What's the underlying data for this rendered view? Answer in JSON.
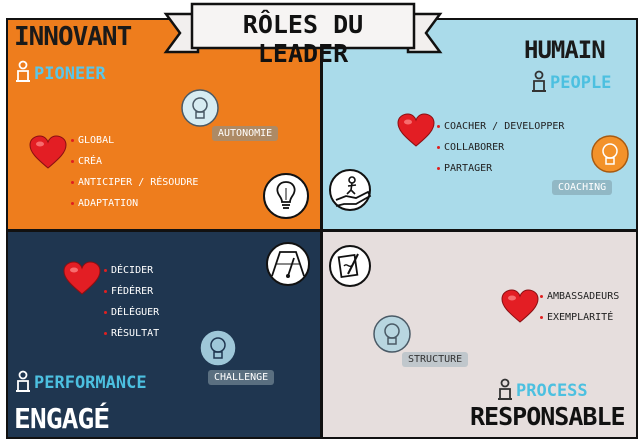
{
  "banner": {
    "title": "RÔLES DU LEADER"
  },
  "quadrants": {
    "innovant": {
      "title": "INNOVANT",
      "subtitle": "PIONEER",
      "skill": "AUTONOMIE",
      "items": [
        "GLOBAL",
        "CRÉA",
        "ANTICIPER / RÉSOUDRE",
        "ADAPTATION"
      ]
    },
    "humain": {
      "title": "HUMAIN",
      "subtitle": "PEOPLE",
      "skill": "COACHING",
      "items": [
        "COACHER / DEVELOPPER",
        "COLLABORER",
        "PARTAGER"
      ]
    },
    "engage": {
      "title": "ENGAGÉ",
      "subtitle": "PERFORMANCE",
      "skill": "CHALLENGE",
      "items": [
        "DÉCIDER",
        "FÉDÉRER",
        "DÉLÉGUER",
        "RÉSULTAT"
      ]
    },
    "responsable": {
      "title": "RESPONSABLE",
      "subtitle": "PROCESS",
      "skill": "STRUCTURE",
      "items": [
        "AMBASSADEURS",
        "EXEMPLARITÉ"
      ]
    }
  },
  "colors": {
    "innovant": "#ee7d1d",
    "humain": "#aadbea",
    "engage": "#1f3650",
    "responsable": "#e6dedd",
    "heart": "#e31e24",
    "accent_blue": "#4cc0e0"
  },
  "icons": [
    "lightbulb-icon",
    "helping-hand-icon",
    "speedometer-icon",
    "document-pen-icon",
    "heart-icon",
    "person-icon",
    "lightbulb-badge-icon"
  ]
}
